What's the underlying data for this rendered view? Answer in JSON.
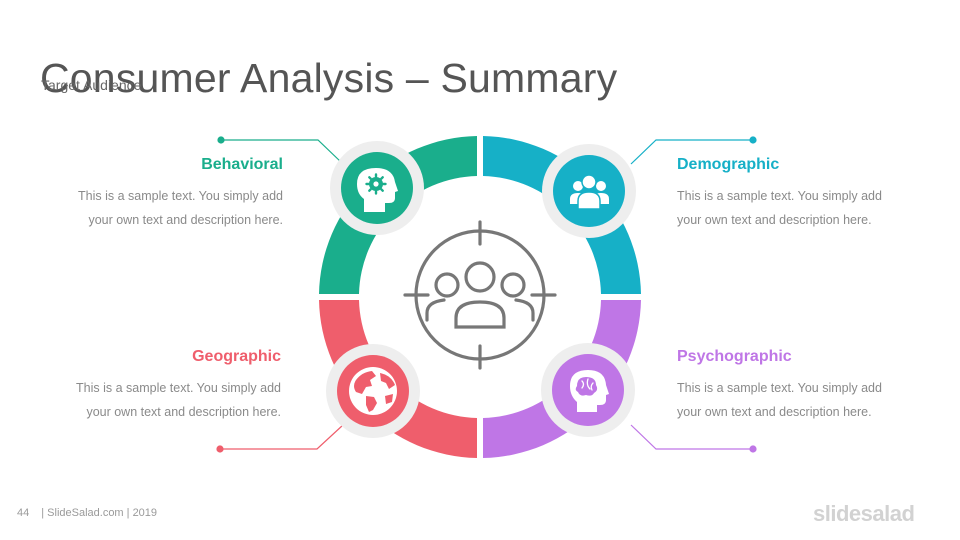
{
  "slide": {
    "title": "Consumer Analysis – Summary",
    "subtitle": "Target Audience"
  },
  "center": {
    "icon": "target-group-icon",
    "color": "#777777"
  },
  "segments": [
    {
      "key": "behavioral",
      "title": "Behavioral",
      "text": "This is a sample text. You simply add your own text and description here.",
      "color": "#1aae8c",
      "icon": "head-gear-icon"
    },
    {
      "key": "demographic",
      "title": "Demographic",
      "text": "This is a sample text. You simply add your own text and description here.",
      "color": "#16b0c7",
      "icon": "people-group-icon"
    },
    {
      "key": "geographic",
      "title": "Geographic",
      "text": "This is a sample text. You simply add your own text and description here.",
      "color": "#ef5e6c",
      "icon": "globe-icon"
    },
    {
      "key": "psychographic",
      "title": "Psychographic",
      "text": "This is a sample text. You simply add your own text and description here.",
      "color": "#bf76e6",
      "icon": "head-brain-icon"
    }
  ],
  "footer": {
    "page_number": "44",
    "source": "| SlideSalad.com | 2019",
    "brand": "slidesalad"
  }
}
